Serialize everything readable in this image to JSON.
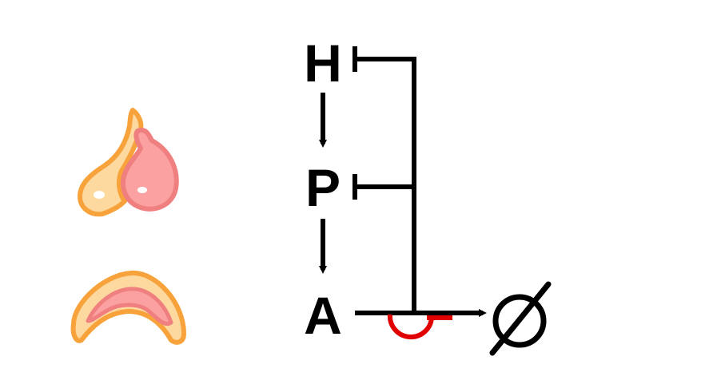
{
  "nodes": {
    "h": "H",
    "p": "P",
    "a": "A",
    "null_symbol": "Ø"
  },
  "colors": {
    "line": "#000000",
    "inhibition_arc": "#e00000",
    "organ_fill_light": "#fdd9a0",
    "organ_outline": "#f7a23a",
    "gland_fill": "#fba1a1",
    "gland_outline": "#f08080"
  },
  "icons": {
    "upper_organ": "hypothalamus-pituitary-icon",
    "lower_organ": "adrenal-gland-icon"
  }
}
